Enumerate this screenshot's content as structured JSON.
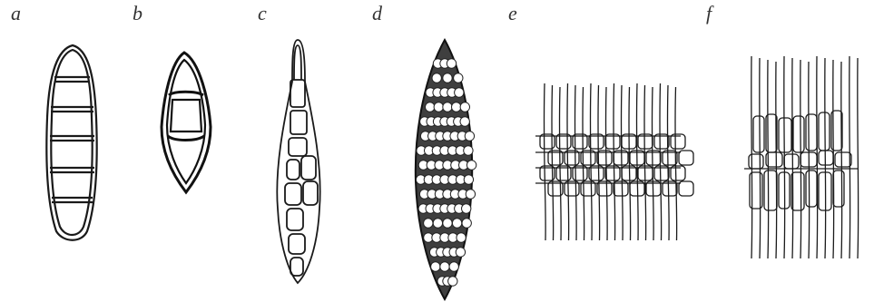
{
  "figure": {
    "panels": [
      {
        "id": "a",
        "label": "a",
        "kind": "elongated spore with 6 cells, double wall"
      },
      {
        "id": "b",
        "label": "b",
        "kind": "spindle spore with 3 cells, thick dark wall"
      },
      {
        "id": "c",
        "label": "c",
        "kind": "slender spore, chain of many small cells"
      },
      {
        "id": "d",
        "label": "d",
        "kind": "muriform spore, dark stippled with many round cells"
      },
      {
        "id": "e",
        "label": "e",
        "kind": "brick-like tissue with vertical threads"
      },
      {
        "id": "f",
        "label": "f",
        "kind": "brick-like tissue, irregular rows with vertical threads"
      }
    ],
    "colors": {
      "ink": "#1a1a1a",
      "fill_dark": "#4a4a4a",
      "paper": "#ffffff"
    }
  }
}
